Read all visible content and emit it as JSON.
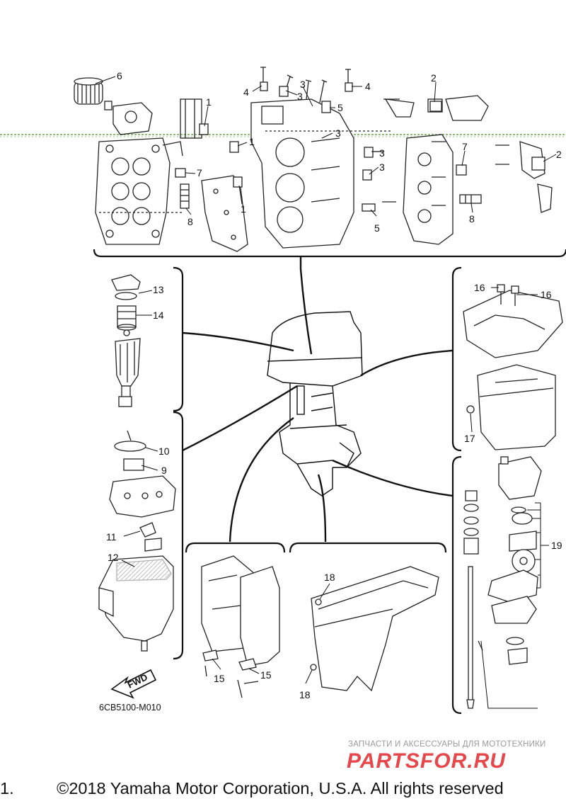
{
  "diagram": {
    "code": "6CB5100-M010",
    "fwd_label": "FWD",
    "callouts": {
      "c1a": "1",
      "c1b": "1",
      "c1c": "1",
      "c2a": "2",
      "c2b": "2",
      "c3a": "3",
      "c3b": "3",
      "c3c": "3",
      "c3d": "3",
      "c3e": "3",
      "c4a": "4",
      "c4b": "4",
      "c5a": "5",
      "c5b": "5",
      "c6": "6",
      "c7a": "7",
      "c7b": "7",
      "c8a": "8",
      "c8b": "8",
      "c9": "9",
      "c10": "10",
      "c11": "11",
      "c12": "12",
      "c13": "13",
      "c14": "14",
      "c15a": "15",
      "c15b": "15",
      "c16a": "16",
      "c16b": "16",
      "c17": "17",
      "c18a": "18",
      "c18b": "18",
      "c19": "19"
    }
  },
  "watermark": {
    "tagline": "ЗАПЧАСТИ И АКСЕССУАРЫ ДЛЯ МОТОТЕХНИКИ",
    "logo": "PARTSFOR.RU",
    "logo_color": "#e3262b"
  },
  "footer": {
    "lead": "1.",
    "copyright": "©2018 Yamaha Motor Corporation, U.S.A. All rights reserved"
  }
}
